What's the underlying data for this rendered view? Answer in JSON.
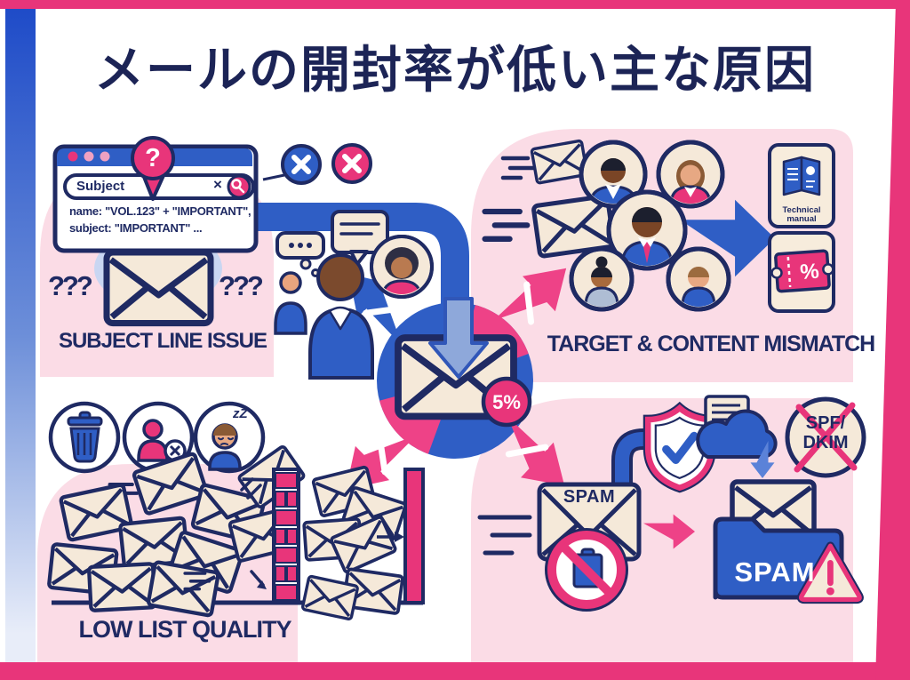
{
  "title": "メールの開封率が低い主な原因",
  "colors": {
    "navy": "#1f2a63",
    "blue": "#2f5ec5",
    "pink": "#e8357a",
    "pink_arrow": "#ee4287",
    "light_pink_blob": "#fbdce6",
    "cream": "#f5e9d9",
    "steel_blue": "#8ea8da"
  },
  "center": {
    "open_rate": "5%"
  },
  "subject_quadrant": {
    "label": "SUBJECT LINE ISSUE",
    "question_badge": "?",
    "question_left": "???",
    "question_right": "???",
    "browser": {
      "search_value": "Subject",
      "close": "×",
      "code_line1": "name: \"VOL.123\" + \"IMPORTANT\",",
      "code_line2": "subject: \"IMPORTANT\" ..."
    }
  },
  "target_quadrant": {
    "label": "TARGET & CONTENT MISMATCH",
    "manual_label": "Technical manual",
    "ticket_symbol": "%"
  },
  "list_quadrant": {
    "label": "LOW LIST QUALITY",
    "sleep_text": "zZ"
  },
  "spam_quadrant": {
    "envelope_label": "SPAM",
    "folder_label": "SPAM",
    "auth_line1": "SPF/",
    "auth_line2": "DKIM"
  }
}
